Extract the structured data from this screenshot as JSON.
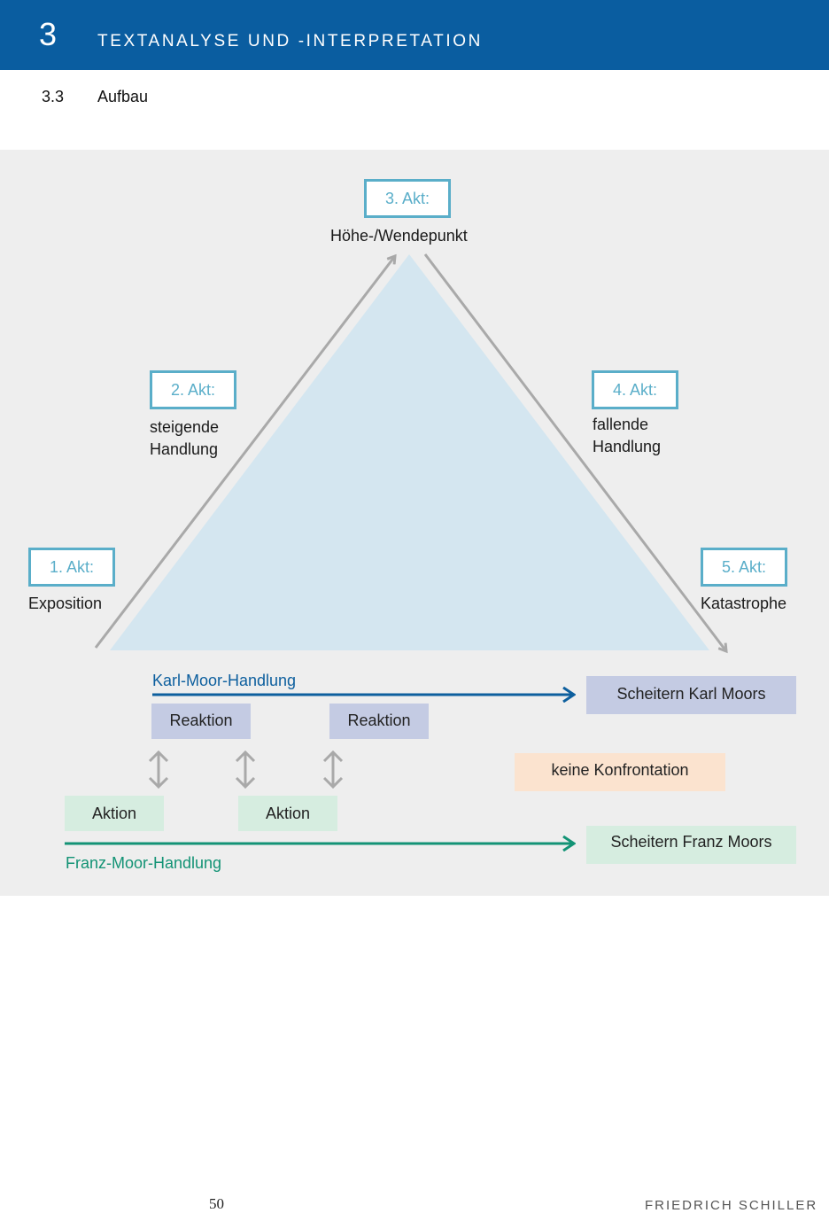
{
  "header": {
    "chapter_number": "3",
    "chapter_title": "TEXTANALYSE UND -INTERPRETATION"
  },
  "section": {
    "number": "3.3",
    "title": "Aufbau"
  },
  "diagram": {
    "acts": [
      {
        "box": "1. Akt:",
        "label_lines": [
          "Exposition"
        ]
      },
      {
        "box": "2. Akt:",
        "label_lines": [
          "steigende",
          "Handlung"
        ]
      },
      {
        "box": "3. Akt:",
        "label_lines": [
          "Höhe-/Wendepunkt"
        ]
      },
      {
        "box": "4. Akt:",
        "label_lines": [
          "fallende",
          "Handlung"
        ]
      },
      {
        "box": "5. Akt:",
        "label_lines": [
          "Katastrophe"
        ]
      }
    ],
    "karl_line": "Karl-Moor-Handlung",
    "franz_line": "Franz-Moor-Handlung",
    "reaktion": [
      "Reaktion",
      "Reaktion"
    ],
    "aktion": [
      "Aktion",
      "Aktion"
    ],
    "scheitern_karl": "Scheitern Karl Moors",
    "scheitern_franz": "Scheitern Franz Moors",
    "keine_konfrontation": "keine Konfrontation"
  },
  "footer": {
    "page_number": "50",
    "author": "FRIEDRICH SCHILLER"
  },
  "colors": {
    "header_blue": "#0a5da0",
    "akt_box_border": "#5aaec9",
    "triangle_fill": "#d4e6f0",
    "karl_line": "#0d5f9e",
    "franz_line": "#139375",
    "reaktion_bg": "#c4cbe3",
    "aktion_bg": "#d6ede0",
    "konfrontation_bg": "#fbe3cf"
  }
}
